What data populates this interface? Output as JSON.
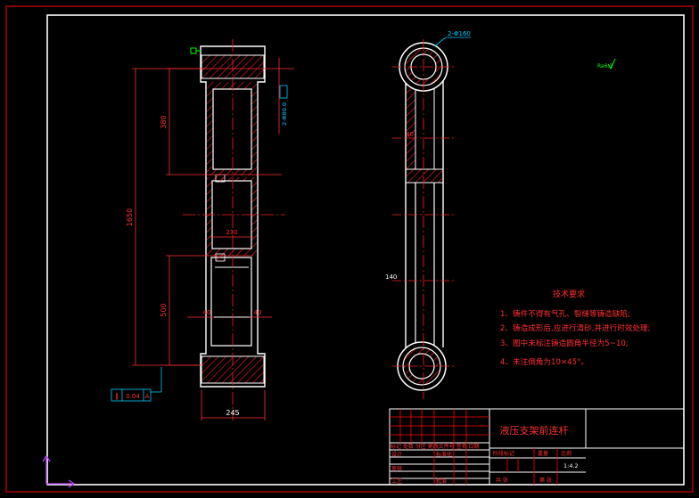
{
  "colors": {
    "background": "#000000",
    "frame": "#ff0000",
    "outline": "#ffffff",
    "center": "#ff2020",
    "dim": "#ff3030",
    "leader": "#00c8ff",
    "hatch": "#ff2020",
    "ucs": "#c040ff",
    "note": "#ff3030",
    "finish": "#00ff00"
  },
  "dims": {
    "total_height": "1650",
    "upper_span": "380",
    "lower_span": "500",
    "bottom_width": "245",
    "hole_span": "230",
    "slot_small_a": "40",
    "slot_small_b": "40",
    "side_140": "140",
    "side_40": "40",
    "hole_callout": "2-Φ160",
    "hole_callout_vertical": "2-Φ80.0"
  },
  "tolerance": {
    "symbol": "∥",
    "value": "0.04",
    "datum": "A"
  },
  "surface_finish": "Ra6.3",
  "notes": {
    "title": "技术要求",
    "items": [
      "1、铸件不得有气孔、裂缝等铸造缺陷;",
      "2、铸造成形后,应进行清砂,并进行时效处理;",
      "3、图中未标注铸造圆角半径为5~10;",
      "4、未注倒角为10×45°。"
    ]
  },
  "title_block": {
    "part_name": "液压支架前连杆",
    "scale": "1:4.2",
    "header_row": "标记 处数 分区 更改文件号 签名 日期",
    "design": "设计",
    "standardize": "标准化",
    "review": "审核",
    "process": "工艺",
    "approve": "批准",
    "stage_mark": "阶段标记",
    "weight": "重量",
    "ratio": "比例",
    "sheet_total": "共 张",
    "sheet_no": "第 张"
  }
}
